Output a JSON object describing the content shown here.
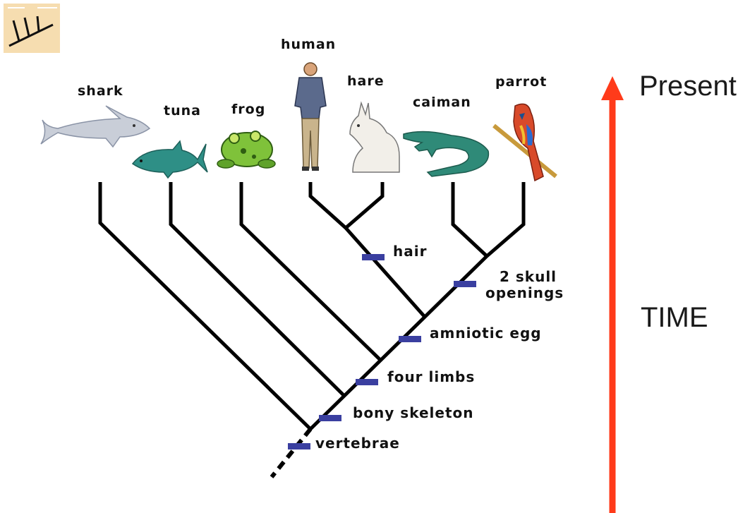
{
  "taxa": [
    "shark",
    "tuna",
    "frog",
    "human",
    "hare",
    "caiman",
    "parrot"
  ],
  "traits": [
    "vertebrae",
    "bony skeleton",
    "four limbs",
    "amniotic egg",
    "hair",
    "2 skull",
    "openings"
  ],
  "time_axis": {
    "top_label": "Present",
    "axis_label": "TIME"
  },
  "icons": [
    "cladogram-logo-icon",
    "shark-icon",
    "tuna-icon",
    "frog-icon",
    "human-icon",
    "hare-icon",
    "caiman-icon",
    "parrot-icon"
  ],
  "colors": {
    "branch": "#000000",
    "trait_marker": "#3a3fa0",
    "time_arrow": "#ff3b1a",
    "logo_bg": "#f6ddb0"
  }
}
